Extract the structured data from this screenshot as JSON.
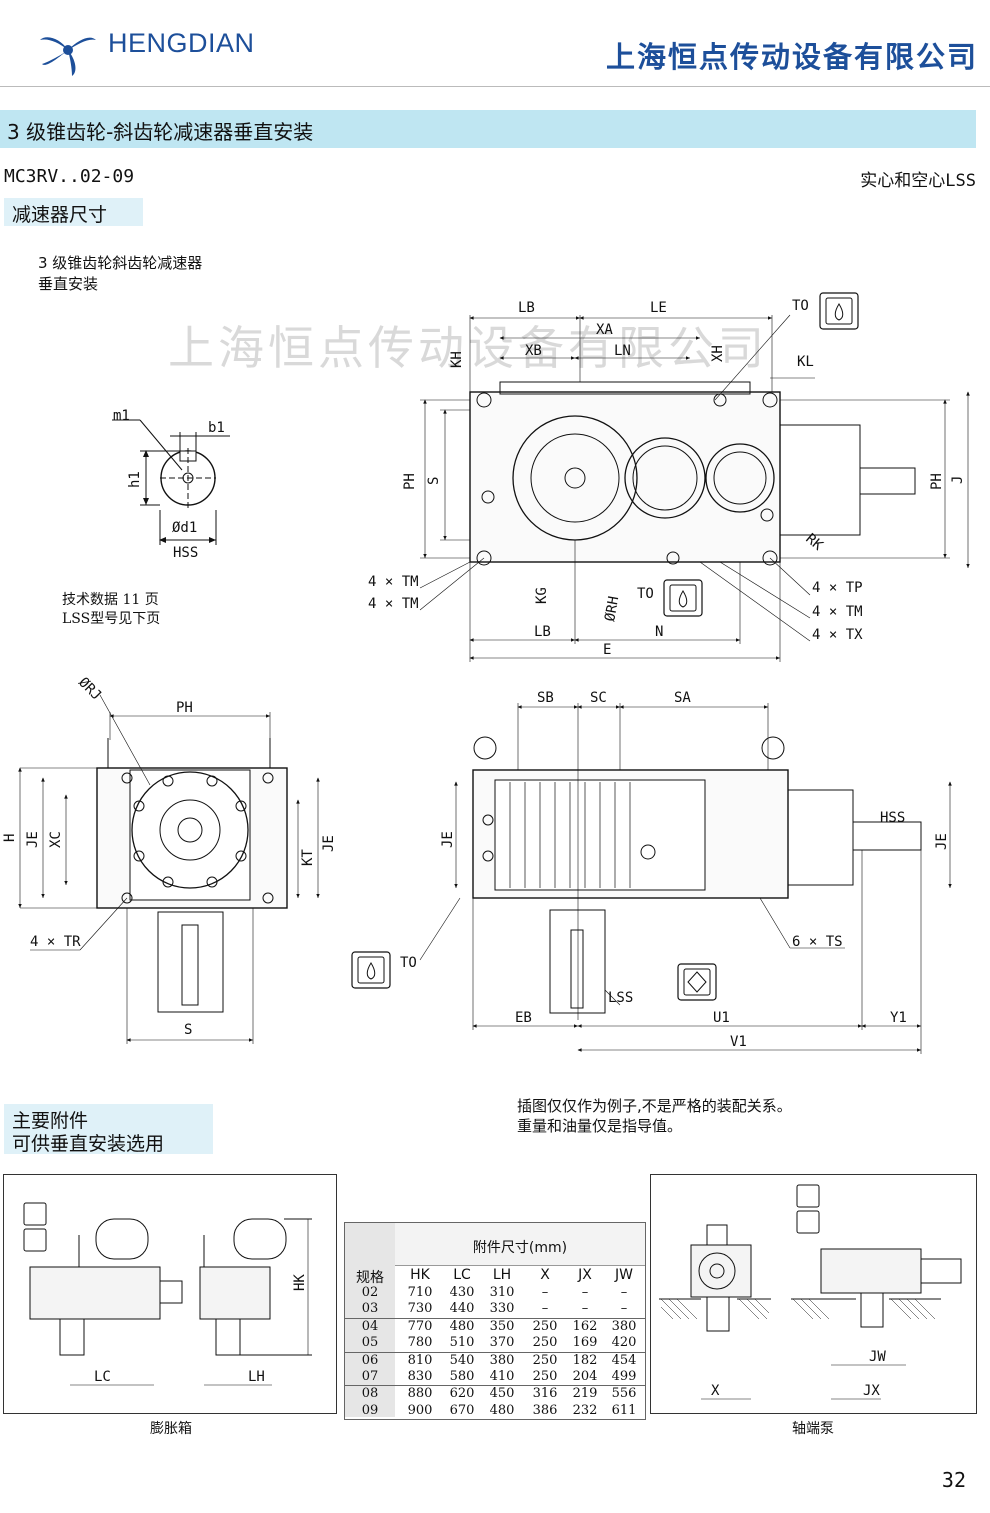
{
  "header": {
    "brand": "HENGDIAN",
    "company": "上海恒点传动设备有限公司",
    "watermark": "上海恒点传动设备有限公司"
  },
  "title": "3 级锥齿轮-斜齿轮减速器垂直安装",
  "model": "MC3RV..02-09",
  "lss_type": "实心和空心LSS",
  "section1": "减速器尺寸",
  "desc": {
    "line1": "3 级锥齿轮斜齿轮减速器",
    "line2": "垂直安装"
  },
  "techref": {
    "line1": "技术数据 11 页",
    "line2": "LSS型号见下页"
  },
  "labels": {
    "hss_top": {
      "m1": "m1",
      "b1": "b1",
      "h1": "h1",
      "d1": "Ød1",
      "hss": "HSS"
    },
    "front": {
      "LB": "LB",
      "LE": "LE",
      "XA": "XA",
      "XB": "XB",
      "LN": "LN",
      "KH": "KH",
      "XH": "XH",
      "KL": "KL",
      "TO": "TO",
      "PH": "PH",
      "S": "S",
      "J": "J",
      "RK": "RK",
      "TP4": "4 × TP",
      "TM4a": "4 × TM",
      "TM4b": "4 × TM",
      "TM4c": "4 × TM",
      "TX4": "4 × TX",
      "KG": "KG",
      "RH": "ØRH",
      "TO2": "TO",
      "LB2": "LB",
      "N": "N",
      "E": "E"
    },
    "side": {
      "RJ": "ØRJ",
      "PH": "PH",
      "H": "H",
      "JE": "JE",
      "XC": "XC",
      "KT": "KT",
      "JE2": "JE",
      "TR4": "4 × TR",
      "TO": "TO",
      "S": "S"
    },
    "top": {
      "SB": "SB",
      "SC": "SC",
      "SA": "SA",
      "HSS": "HSS",
      "JE": "JE",
      "JE2": "JE",
      "TS6": "6 × TS",
      "LSS": "LSS",
      "EB": "EB",
      "U1": "U1",
      "Y1": "Y1",
      "V1": "V1"
    }
  },
  "section2": {
    "line1": "主要附件",
    "line2": "可供垂直安装选用"
  },
  "illus_note": {
    "line1": "插图仅仅作为例子,不是严格的装配关系。",
    "line2": "重量和油量仅是指导值。"
  },
  "panel_left": {
    "HK": "HK",
    "LC": "LC",
    "LH": "LH",
    "caption": "膨胀箱"
  },
  "panel_right": {
    "JW": "JW",
    "X": "X",
    "JX": "JX",
    "caption": "轴端泵"
  },
  "table": {
    "title": "附件尺寸(mm)",
    "size_label": "规格",
    "columns": [
      "HK",
      "LC",
      "LH",
      "X",
      "JX",
      "JW"
    ],
    "rows": [
      {
        "size": "02",
        "HK": "710",
        "LC": "430",
        "LH": "310",
        "X": "–",
        "JX": "–",
        "JW": "–"
      },
      {
        "size": "03",
        "HK": "730",
        "LC": "440",
        "LH": "330",
        "X": "–",
        "JX": "–",
        "JW": "–"
      },
      {
        "size": "04",
        "HK": "770",
        "LC": "480",
        "LH": "350",
        "X": "250",
        "JX": "162",
        "JW": "380"
      },
      {
        "size": "05",
        "HK": "780",
        "LC": "510",
        "LH": "370",
        "X": "250",
        "JX": "169",
        "JW": "420"
      },
      {
        "size": "06",
        "HK": "810",
        "LC": "540",
        "LH": "380",
        "X": "250",
        "JX": "182",
        "JW": "454"
      },
      {
        "size": "07",
        "HK": "830",
        "LC": "580",
        "LH": "410",
        "X": "250",
        "JX": "204",
        "JW": "499"
      },
      {
        "size": "08",
        "HK": "880",
        "LC": "620",
        "LH": "450",
        "X": "316",
        "JX": "219",
        "JW": "556"
      },
      {
        "size": "09",
        "HK": "900",
        "LC": "670",
        "LH": "480",
        "X": "386",
        "JX": "232",
        "JW": "611"
      }
    ]
  },
  "page_number": "32",
  "colors": {
    "brand": "#1d4f9a",
    "title_bar": "#bfe6f2",
    "sub_box": "#dff1f8"
  }
}
